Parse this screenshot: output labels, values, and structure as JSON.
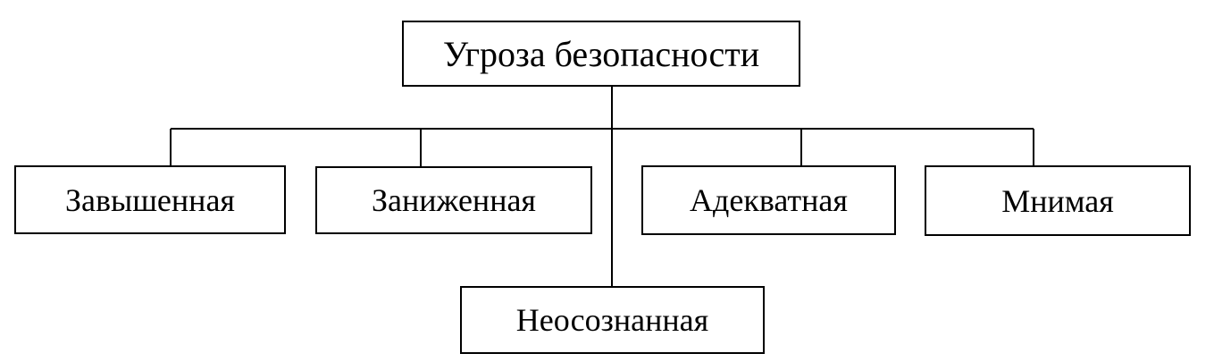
{
  "diagram": {
    "root": {
      "label": "Угроза безопасности"
    },
    "children": [
      {
        "label": "Завышенная"
      },
      {
        "label": "Заниженная"
      },
      {
        "label": "Адекватная"
      },
      {
        "label": "Мнимая"
      },
      {
        "label": "Неосознанная"
      }
    ],
    "colors": {
      "stroke": "#000000",
      "background": "#ffffff",
      "text": "#000000"
    }
  }
}
